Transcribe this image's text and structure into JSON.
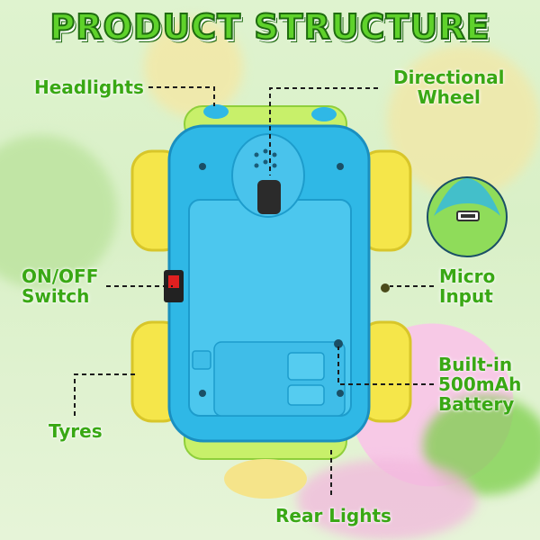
{
  "title": "PRODUCT STRUCTURE",
  "labels": {
    "headlights": "Headlights",
    "directional_wheel_1": "Directional",
    "directional_wheel_2": "Wheel",
    "on_off_1": "ON/OFF",
    "on_off_2": "Switch",
    "micro_input_1": "Micro",
    "micro_input_2": "Input",
    "battery_1": "Built-in",
    "battery_2": "500mAh",
    "battery_3": "Battery",
    "tyres": "Tyres",
    "rear_lights": "Rear Lights"
  },
  "colors": {
    "title_fill": "#5fd22b",
    "title_outline": "#1f6b10",
    "label": "#39a814",
    "body_blue": "#2fb8e6",
    "wheel_yellow": "#f5e64a",
    "bumper_green": "#c8f06a",
    "pink_cone": "#f7c9e6"
  },
  "icons": [
    "usb-port-icon"
  ]
}
